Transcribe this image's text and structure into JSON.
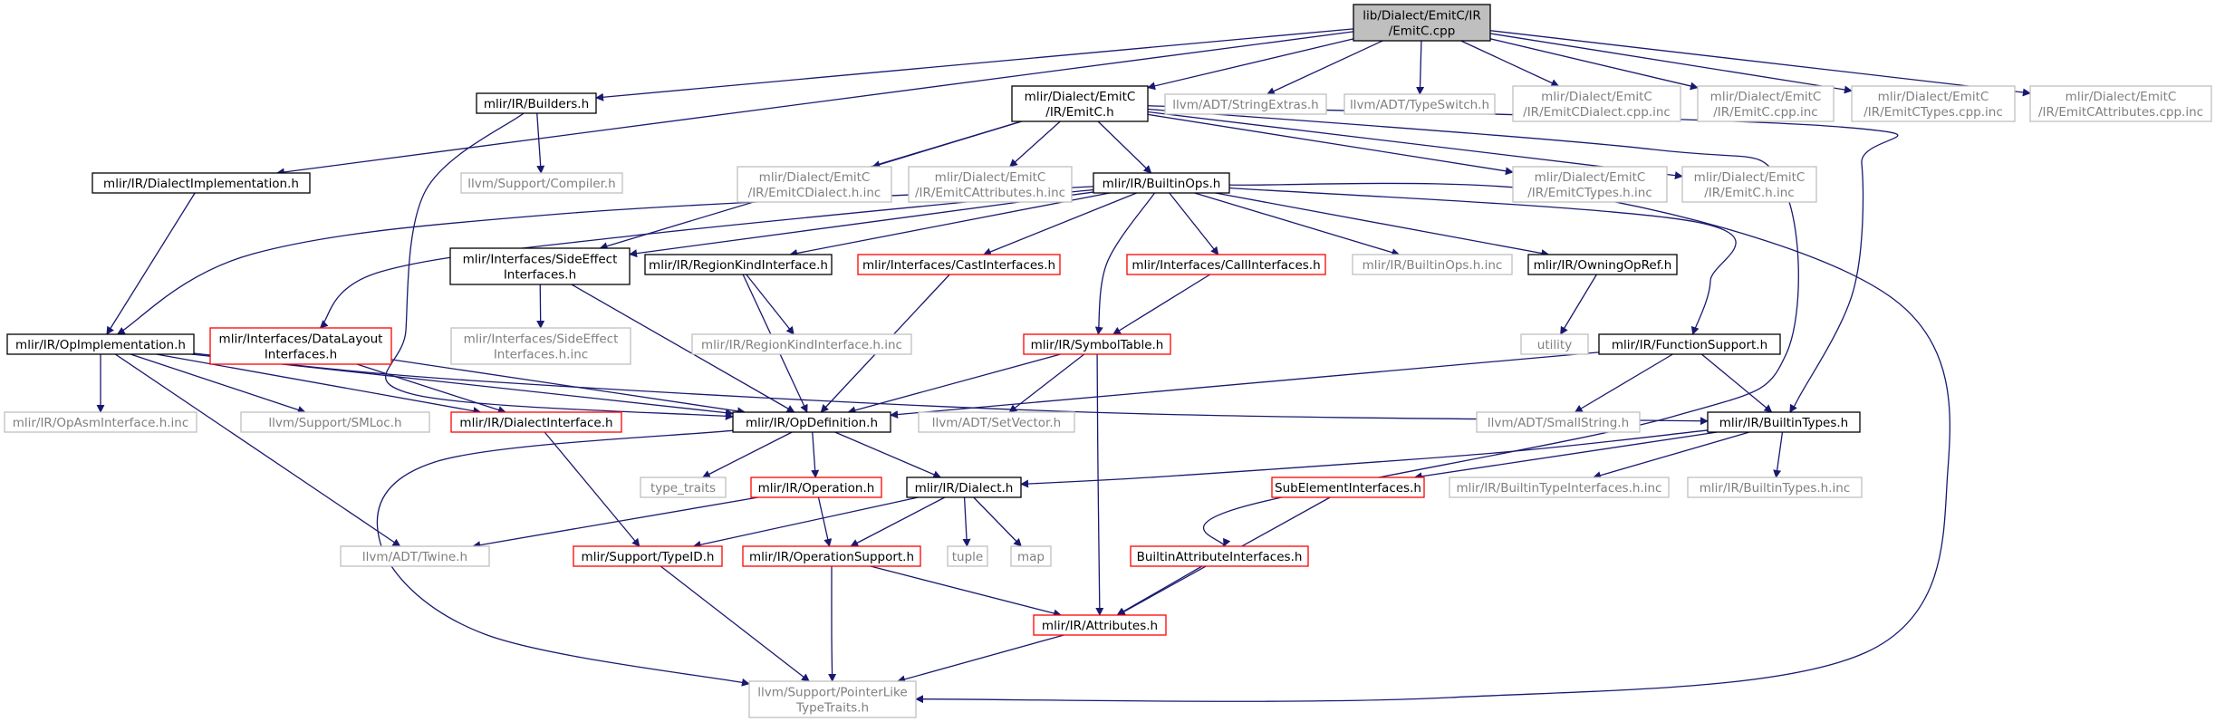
{
  "graph": {
    "colors": {
      "edge": "#191970",
      "text": "#000000",
      "root_fill": "#bfbfbf",
      "documented_border": "#000000",
      "undocumented_border": "#ff0000",
      "external_border": "#bfbfbf",
      "external_text": "#7f7f7f",
      "node_fill": "#ffffff"
    },
    "nodes": [
      {
        "id": "emitc_cpp",
        "kind": "root",
        "lines": [
          "lib/Dialect/EmitC/IR",
          "/EmitC.cpp"
        ]
      },
      {
        "id": "ir_builders",
        "kind": "documented",
        "lines": [
          "mlir/IR/Builders.h"
        ]
      },
      {
        "id": "emitc_h",
        "kind": "documented",
        "lines": [
          "mlir/Dialect/EmitC",
          "/IR/EmitC.h"
        ]
      },
      {
        "id": "stringextras",
        "kind": "external",
        "lines": [
          "llvm/ADT/StringExtras.h"
        ]
      },
      {
        "id": "typeswitch",
        "kind": "external",
        "lines": [
          "llvm/ADT/TypeSwitch.h"
        ]
      },
      {
        "id": "emitcdialect_cpp_inc",
        "kind": "external",
        "lines": [
          "mlir/Dialect/EmitC",
          "/IR/EmitCDialect.cpp.inc"
        ]
      },
      {
        "id": "emitc_cpp_inc",
        "kind": "external",
        "lines": [
          "mlir/Dialect/EmitC",
          "/IR/EmitC.cpp.inc"
        ]
      },
      {
        "id": "emitctypes_cpp_inc",
        "kind": "external",
        "lines": [
          "mlir/Dialect/EmitC",
          "/IR/EmitCTypes.cpp.inc"
        ]
      },
      {
        "id": "emitcattributes_cpp_inc",
        "kind": "external",
        "lines": [
          "mlir/Dialect/EmitC",
          "/IR/EmitCAttributes.cpp.inc"
        ]
      },
      {
        "id": "dialect_impl",
        "kind": "documented",
        "lines": [
          "mlir/IR/DialectImplementation.h"
        ]
      },
      {
        "id": "support_compiler",
        "kind": "external",
        "lines": [
          "llvm/Support/Compiler.h"
        ]
      },
      {
        "id": "emitcdialect_h_inc",
        "kind": "external",
        "lines": [
          "mlir/Dialect/EmitC",
          "/IR/EmitCDialect.h.inc"
        ]
      },
      {
        "id": "emitcattributes_h_inc",
        "kind": "external",
        "lines": [
          "mlir/Dialect/EmitC",
          "/IR/EmitCAttributes.h.inc"
        ]
      },
      {
        "id": "builtinops_h",
        "kind": "documented",
        "lines": [
          "mlir/IR/BuiltinOps.h"
        ]
      },
      {
        "id": "emitctypes_h_inc",
        "kind": "external",
        "lines": [
          "mlir/Dialect/EmitC",
          "/IR/EmitCTypes.h.inc"
        ]
      },
      {
        "id": "emitc_h_inc",
        "kind": "external",
        "lines": [
          "mlir/Dialect/EmitC",
          "/IR/EmitC.h.inc"
        ]
      },
      {
        "id": "sideeffect",
        "kind": "documented",
        "lines": [
          "mlir/Interfaces/SideEffect",
          "Interfaces.h"
        ]
      },
      {
        "id": "regionkind",
        "kind": "documented",
        "lines": [
          "mlir/IR/RegionKindInterface.h"
        ]
      },
      {
        "id": "castinterfaces",
        "kind": "undocumented",
        "lines": [
          "mlir/Interfaces/CastInterfaces.h"
        ]
      },
      {
        "id": "callinterfaces",
        "kind": "undocumented",
        "lines": [
          "mlir/Interfaces/CallInterfaces.h"
        ]
      },
      {
        "id": "builtinops_h_inc",
        "kind": "external",
        "lines": [
          "mlir/IR/BuiltinOps.h.inc"
        ]
      },
      {
        "id": "owningopref",
        "kind": "documented",
        "lines": [
          "mlir/IR/OwningOpRef.h"
        ]
      },
      {
        "id": "opimpl",
        "kind": "documented",
        "lines": [
          "mlir/IR/OpImplementation.h"
        ]
      },
      {
        "id": "datalayout",
        "kind": "undocumented",
        "lines": [
          "mlir/Interfaces/DataLayout",
          "Interfaces.h"
        ]
      },
      {
        "id": "sideeffect_inc",
        "kind": "external",
        "lines": [
          "mlir/Interfaces/SideEffect",
          "Interfaces.h.inc"
        ]
      },
      {
        "id": "regionkind_inc",
        "kind": "external",
        "lines": [
          "mlir/IR/RegionKindInterface.h.inc"
        ]
      },
      {
        "id": "symboltable",
        "kind": "undocumented",
        "lines": [
          "mlir/IR/SymbolTable.h"
        ]
      },
      {
        "id": "utility",
        "kind": "external",
        "lines": [
          "utility"
        ]
      },
      {
        "id": "functionsupport",
        "kind": "documented",
        "lines": [
          "mlir/IR/FunctionSupport.h"
        ]
      },
      {
        "id": "opasminterface_inc",
        "kind": "external",
        "lines": [
          "mlir/IR/OpAsmInterface.h.inc"
        ]
      },
      {
        "id": "smloc",
        "kind": "external",
        "lines": [
          "llvm/Support/SMLoc.h"
        ]
      },
      {
        "id": "dialectinterface",
        "kind": "undocumented",
        "lines": [
          "mlir/IR/DialectInterface.h"
        ]
      },
      {
        "id": "opdefinition",
        "kind": "documented",
        "lines": [
          "mlir/IR/OpDefinition.h"
        ]
      },
      {
        "id": "setvector",
        "kind": "external",
        "lines": [
          "llvm/ADT/SetVector.h"
        ]
      },
      {
        "id": "smallstring",
        "kind": "external",
        "lines": [
          "llvm/ADT/SmallString.h"
        ]
      },
      {
        "id": "builtintypes_h",
        "kind": "documented",
        "lines": [
          "mlir/IR/BuiltinTypes.h"
        ]
      },
      {
        "id": "type_traits",
        "kind": "external",
        "lines": [
          "type_traits"
        ]
      },
      {
        "id": "operation_h",
        "kind": "undocumented",
        "lines": [
          "mlir/IR/Operation.h"
        ]
      },
      {
        "id": "dialect_h",
        "kind": "documented",
        "lines": [
          "mlir/IR/Dialect.h"
        ]
      },
      {
        "id": "subelement",
        "kind": "undocumented",
        "lines": [
          "SubElementInterfaces.h"
        ]
      },
      {
        "id": "builtintypeinterfaces_inc",
        "kind": "external",
        "lines": [
          "mlir/IR/BuiltinTypeInterfaces.h.inc"
        ]
      },
      {
        "id": "builtintypes_inc",
        "kind": "external",
        "lines": [
          "mlir/IR/BuiltinTypes.h.inc"
        ]
      },
      {
        "id": "twine",
        "kind": "external",
        "lines": [
          "llvm/ADT/Twine.h"
        ]
      },
      {
        "id": "typeid",
        "kind": "undocumented",
        "lines": [
          "mlir/Support/TypeID.h"
        ]
      },
      {
        "id": "operationsupport",
        "kind": "undocumented",
        "lines": [
          "mlir/IR/OperationSupport.h"
        ]
      },
      {
        "id": "tuple",
        "kind": "external",
        "lines": [
          "tuple"
        ]
      },
      {
        "id": "map",
        "kind": "external",
        "lines": [
          "map"
        ]
      },
      {
        "id": "builtinattrinterfaces",
        "kind": "undocumented",
        "lines": [
          "BuiltinAttributeInterfaces.h"
        ]
      },
      {
        "id": "attributes",
        "kind": "undocumented",
        "lines": [
          "mlir/IR/Attributes.h"
        ]
      },
      {
        "id": "pointerlike",
        "kind": "external",
        "lines": [
          "llvm/Support/PointerLike",
          "TypeTraits.h"
        ]
      }
    ],
    "edges": [
      [
        "emitc_cpp",
        "dialect_impl"
      ],
      [
        "emitc_cpp",
        "ir_builders"
      ],
      [
        "emitc_cpp",
        "emitc_h"
      ],
      [
        "emitc_cpp",
        "stringextras"
      ],
      [
        "emitc_cpp",
        "typeswitch"
      ],
      [
        "emitc_cpp",
        "emitcdialect_cpp_inc"
      ],
      [
        "emitc_cpp",
        "emitc_cpp_inc"
      ],
      [
        "emitc_cpp",
        "emitctypes_cpp_inc"
      ],
      [
        "emitc_cpp",
        "emitcattributes_cpp_inc"
      ],
      [
        "ir_builders",
        "opdefinition"
      ],
      [
        "ir_builders",
        "support_compiler"
      ],
      [
        "dialect_impl",
        "opimpl"
      ],
      [
        "emitc_h",
        "sideeffect"
      ],
      [
        "emitc_h",
        "emitcdialect_h_inc"
      ],
      [
        "emitc_h",
        "emitcattributes_h_inc"
      ],
      [
        "emitc_h",
        "builtinops_h"
      ],
      [
        "emitc_h",
        "emitctypes_h_inc"
      ],
      [
        "emitc_h",
        "emitc_h_inc"
      ],
      [
        "emitc_h",
        "builtintypes_h"
      ],
      [
        "emitc_h",
        "builtinattrinterfaces"
      ],
      [
        "builtinops_h",
        "opimpl"
      ],
      [
        "builtinops_h",
        "sideeffect"
      ],
      [
        "builtinops_h",
        "regionkind"
      ],
      [
        "builtinops_h",
        "castinterfaces"
      ],
      [
        "builtinops_h",
        "callinterfaces"
      ],
      [
        "builtinops_h",
        "builtinops_h_inc"
      ],
      [
        "builtinops_h",
        "owningopref"
      ],
      [
        "builtinops_h",
        "datalayout"
      ],
      [
        "builtinops_h",
        "symboltable"
      ],
      [
        "builtinops_h",
        "functionsupport"
      ],
      [
        "builtinops_h",
        "pointerlike"
      ],
      [
        "sideeffect",
        "sideeffect_inc"
      ],
      [
        "sideeffect",
        "opdefinition"
      ],
      [
        "regionkind",
        "regionkind_inc"
      ],
      [
        "regionkind",
        "opdefinition"
      ],
      [
        "castinterfaces",
        "opdefinition"
      ],
      [
        "callinterfaces",
        "symboltable"
      ],
      [
        "owningopref",
        "utility"
      ],
      [
        "datalayout",
        "dialectinterface"
      ],
      [
        "datalayout",
        "opdefinition"
      ],
      [
        "symboltable",
        "opdefinition"
      ],
      [
        "symboltable",
        "setvector"
      ],
      [
        "symboltable",
        "attributes"
      ],
      [
        "functionsupport",
        "opdefinition"
      ],
      [
        "functionsupport",
        "smallstring"
      ],
      [
        "functionsupport",
        "builtintypes_h"
      ],
      [
        "opimpl",
        "opasminterface_inc"
      ],
      [
        "opimpl",
        "smloc"
      ],
      [
        "opimpl",
        "dialectinterface"
      ],
      [
        "opimpl",
        "opdefinition"
      ],
      [
        "opimpl",
        "builtintypes_h"
      ],
      [
        "opimpl",
        "twine"
      ],
      [
        "dialectinterface",
        "typeid"
      ],
      [
        "opdefinition",
        "type_traits"
      ],
      [
        "opdefinition",
        "operation_h"
      ],
      [
        "opdefinition",
        "dialect_h"
      ],
      [
        "opdefinition",
        "pointerlike"
      ],
      [
        "builtintypes_h",
        "dialect_h"
      ],
      [
        "builtintypes_h",
        "subelement"
      ],
      [
        "builtintypes_h",
        "builtintypeinterfaces_inc"
      ],
      [
        "builtintypes_h",
        "builtintypes_inc"
      ],
      [
        "operation_h",
        "twine"
      ],
      [
        "operation_h",
        "operationsupport"
      ],
      [
        "dialect_h",
        "typeid"
      ],
      [
        "dialect_h",
        "operationsupport"
      ],
      [
        "dialect_h",
        "tuple"
      ],
      [
        "dialect_h",
        "map"
      ],
      [
        "subelement",
        "attributes"
      ],
      [
        "builtinattrinterfaces",
        "attributes"
      ],
      [
        "typeid",
        "pointerlike"
      ],
      [
        "operationsupport",
        "attributes"
      ],
      [
        "operationsupport",
        "pointerlike"
      ],
      [
        "attributes",
        "pointerlike"
      ]
    ]
  }
}
